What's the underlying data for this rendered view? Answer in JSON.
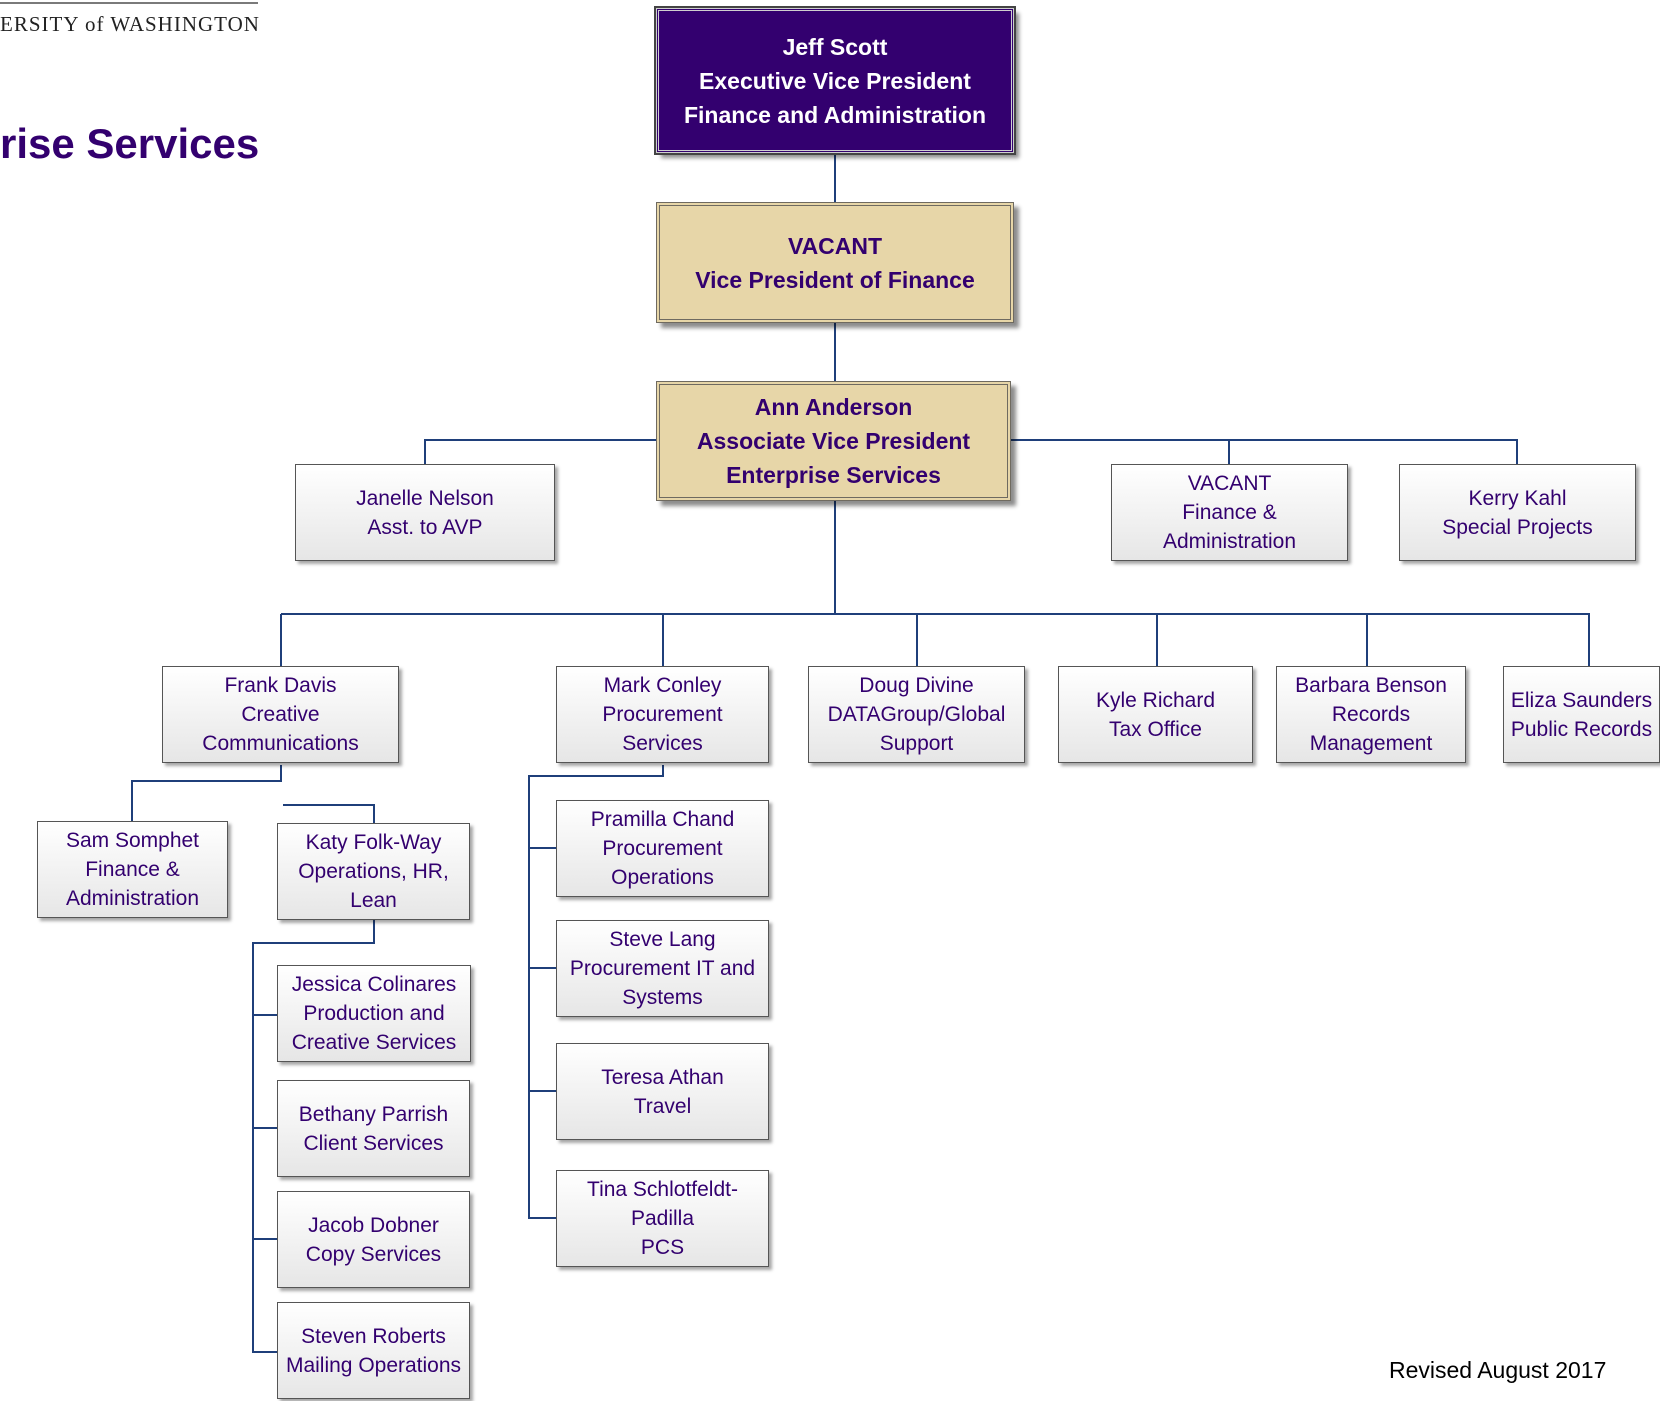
{
  "header": {
    "logo_text": "ERSITY of WASHINGTON",
    "title": "rise Services"
  },
  "footer": {
    "revised": "Revised August 2017"
  },
  "colors": {
    "purple": "#33006f",
    "gold": "#e7d6a8",
    "connector": "#1f3f7a"
  },
  "org": {
    "ceo": {
      "name": "Jeff Scott",
      "title_1": "Executive Vice President",
      "title_2": "Finance and Administration"
    },
    "vp": {
      "name": "VACANT",
      "title_1": "Vice President of Finance"
    },
    "avp": {
      "name": "Ann Anderson",
      "title_1": "Associate Vice President",
      "title_2": "Enterprise Services"
    },
    "assistants": {
      "janelle": {
        "name": "Janelle Nelson",
        "title_1": "Asst. to AVP"
      },
      "vacant_fa": {
        "name": "VACANT",
        "title_1": "Finance &",
        "title_2": "Administration"
      },
      "kerry": {
        "name": "Kerry Kahl",
        "title_1": "Special Projects"
      }
    },
    "directors": {
      "frank": {
        "name": "Frank Davis",
        "title_1": "Creative",
        "title_2": "Communications"
      },
      "mark": {
        "name": "Mark Conley",
        "title_1": "Procurement",
        "title_2": "Services"
      },
      "doug": {
        "name": "Doug Divine",
        "title_1": "DATAGroup/Global",
        "title_2": "Support"
      },
      "kyle": {
        "name": "Kyle Richard",
        "title_1": "Tax Office"
      },
      "barbara": {
        "name": "Barbara Benson",
        "title_1": "Records",
        "title_2": "Management"
      },
      "eliza": {
        "name": "Eliza Saunders",
        "title_1": "Public Records"
      }
    },
    "creative_reports": {
      "sam": {
        "name": "Sam Somphet",
        "title_1": "Finance &",
        "title_2": "Administration"
      },
      "katy": {
        "name": "Katy Folk-Way",
        "title_1": "Operations, HR,",
        "title_2": "Lean"
      }
    },
    "operations_reports": {
      "jessica": {
        "name": "Jessica Colinares",
        "title_1": "Production and",
        "title_2": "Creative Services"
      },
      "bethany": {
        "name": "Bethany Parrish",
        "title_1": "Client Services"
      },
      "jacob": {
        "name": "Jacob Dobner",
        "title_1": "Copy Services"
      },
      "steven": {
        "name": "Steven Roberts",
        "title_1": "Mailing Operations"
      }
    },
    "procurement_reports": {
      "pramilla": {
        "name": "Pramilla Chand",
        "title_1": "Procurement",
        "title_2": "Operations"
      },
      "steve": {
        "name": "Steve Lang",
        "title_1": "Procurement IT and",
        "title_2": "Systems"
      },
      "teresa": {
        "name": "Teresa Athan",
        "title_1": "Travel"
      },
      "tina": {
        "name": "Tina Schlotfeldt-",
        "title_1": "Padilla",
        "title_2": "PCS"
      }
    }
  }
}
